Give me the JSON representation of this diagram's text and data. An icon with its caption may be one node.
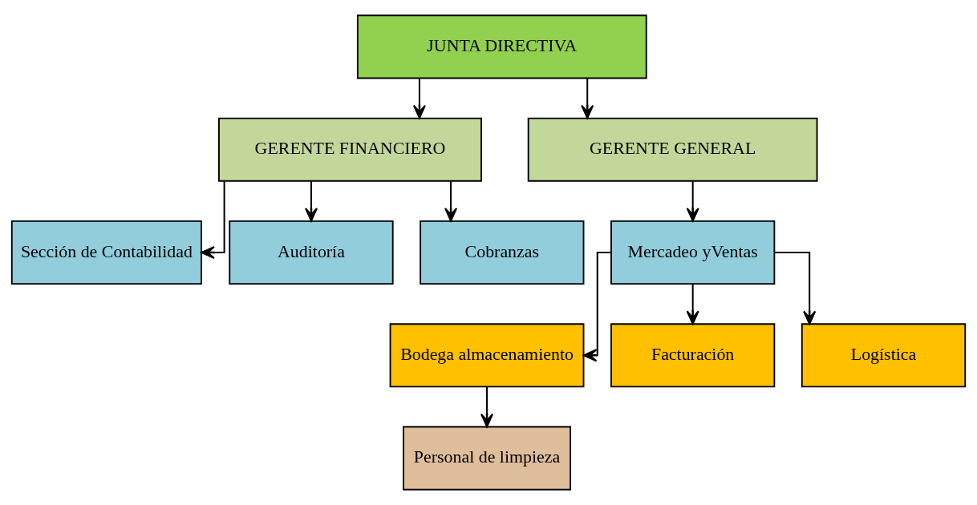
{
  "diagram": {
    "nodes": [
      {
        "text": [
          "JUNTA DIRECTIVA"
        ]
      },
      {
        "text": [
          "GERENTE FINANCIERO"
        ]
      },
      {
        "text": [
          "GERENTE GENERAL"
        ]
      },
      {
        "text": [
          "Sección de Contabilidad"
        ]
      },
      {
        "text": [
          "Auditoría"
        ]
      },
      {
        "text": [
          "Cobranzas"
        ]
      },
      {
        "text": [
          "Mercadeo yVentas"
        ]
      },
      {
        "text": [
          "Bodega almacenamiento"
        ]
      },
      {
        "text": [
          "Facturación"
        ]
      },
      {
        "text": [
          "Logística"
        ]
      },
      {
        "text": [
          "Personal de limpieza"
        ]
      }
    ],
    "edges": [
      {
        "from": 0,
        "to": 1,
        "arrow": "to"
      },
      {
        "from": 0,
        "to": 2,
        "arrow": "to"
      },
      {
        "from": 1,
        "to": 3,
        "arrow": "to"
      },
      {
        "from": 1,
        "to": 4,
        "arrow": "to"
      },
      {
        "from": 1,
        "to": 5,
        "arrow": "to"
      },
      {
        "from": 2,
        "to": 6,
        "arrow": "to"
      },
      {
        "from": 6,
        "to": 7,
        "arrow": "to"
      },
      {
        "from": 6,
        "to": 8,
        "arrow": "to"
      },
      {
        "from": 6,
        "to": 9,
        "arrow": "to"
      },
      {
        "from": 7,
        "to": 10,
        "arrow": "to"
      }
    ]
  }
}
